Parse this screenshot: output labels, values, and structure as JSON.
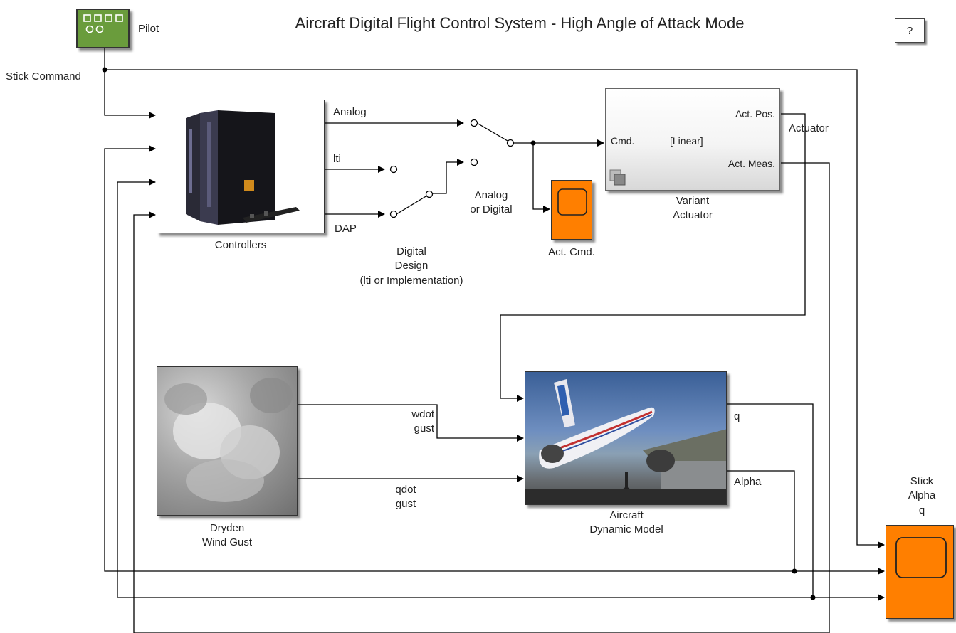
{
  "title": "Aircraft Digital Flight Control System - High Angle of Attack Mode",
  "help_label": "?",
  "blocks": {
    "pilot": {
      "label": "Pilot"
    },
    "controllers": {
      "label": "Controllers"
    },
    "digital_design": {
      "line1": "Digital",
      "line2": "Design",
      "line3": "(lti or Implementation)"
    },
    "analog_or_digital": {
      "line1": "Analog",
      "line2": "or Digital"
    },
    "act_cmd": {
      "label": "Act. Cmd."
    },
    "variant_actuator": {
      "line1": "Variant",
      "line2": "Actuator",
      "port_cmd": "Cmd.",
      "port_act_pos": "Act. Pos.",
      "port_act_meas": "Act. Meas.",
      "variant_name": "[Linear]"
    },
    "dryden": {
      "line1": "Dryden",
      "line2": "Wind Gust"
    },
    "aircraft": {
      "line1": "Aircraft",
      "line2": "Dynamic Model"
    },
    "output_scope": {
      "line1": "Stick",
      "line2": "Alpha",
      "line3": "q"
    }
  },
  "signals": {
    "stick_command": "Stick Command",
    "analog": "Analog",
    "lti": "lti",
    "dap": "DAP",
    "actuator": "Actuator",
    "wdot": "wdot",
    "wdot_gust": "gust",
    "qdot": "qdot",
    "qdot_gust": "gust",
    "q": "q",
    "alpha": "Alpha"
  },
  "colors": {
    "pilot": "#6a9c3c",
    "scope": "#ff7f00",
    "line": "#000000"
  }
}
